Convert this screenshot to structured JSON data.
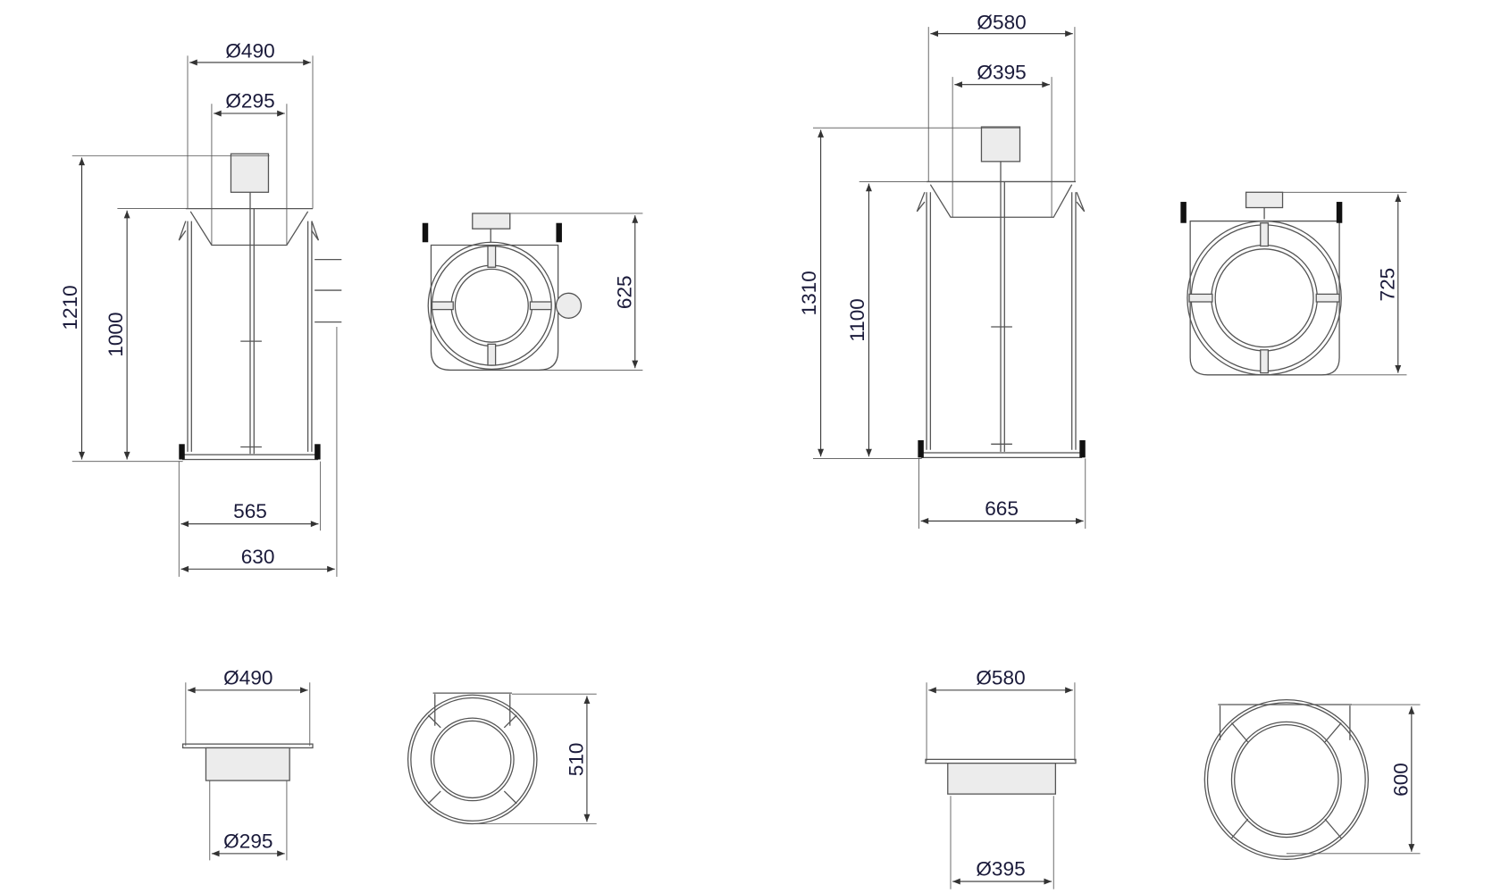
{
  "drawing": {
    "model_small": {
      "front_view": {
        "top_diameter": "Ø490",
        "bottom_diameter": "Ø295",
        "total_height": "1210",
        "rim_height": "1000",
        "base_width": "565",
        "overall_width": "630"
      },
      "top_view": {
        "depth": "625"
      },
      "funnel_view": {
        "top_diameter": "Ø490",
        "bottom_diameter": "Ø295"
      },
      "ring_view": {
        "depth": "510"
      }
    },
    "model_large": {
      "front_view": {
        "top_diameter": "Ø580",
        "bottom_diameter": "Ø395",
        "total_height": "1310",
        "rim_height": "1100",
        "base_width": "665"
      },
      "top_view": {
        "depth": "725"
      },
      "funnel_view": {
        "top_diameter": "Ø580",
        "bottom_diameter": "Ø395"
      },
      "ring_view": {
        "depth": "600"
      }
    }
  }
}
